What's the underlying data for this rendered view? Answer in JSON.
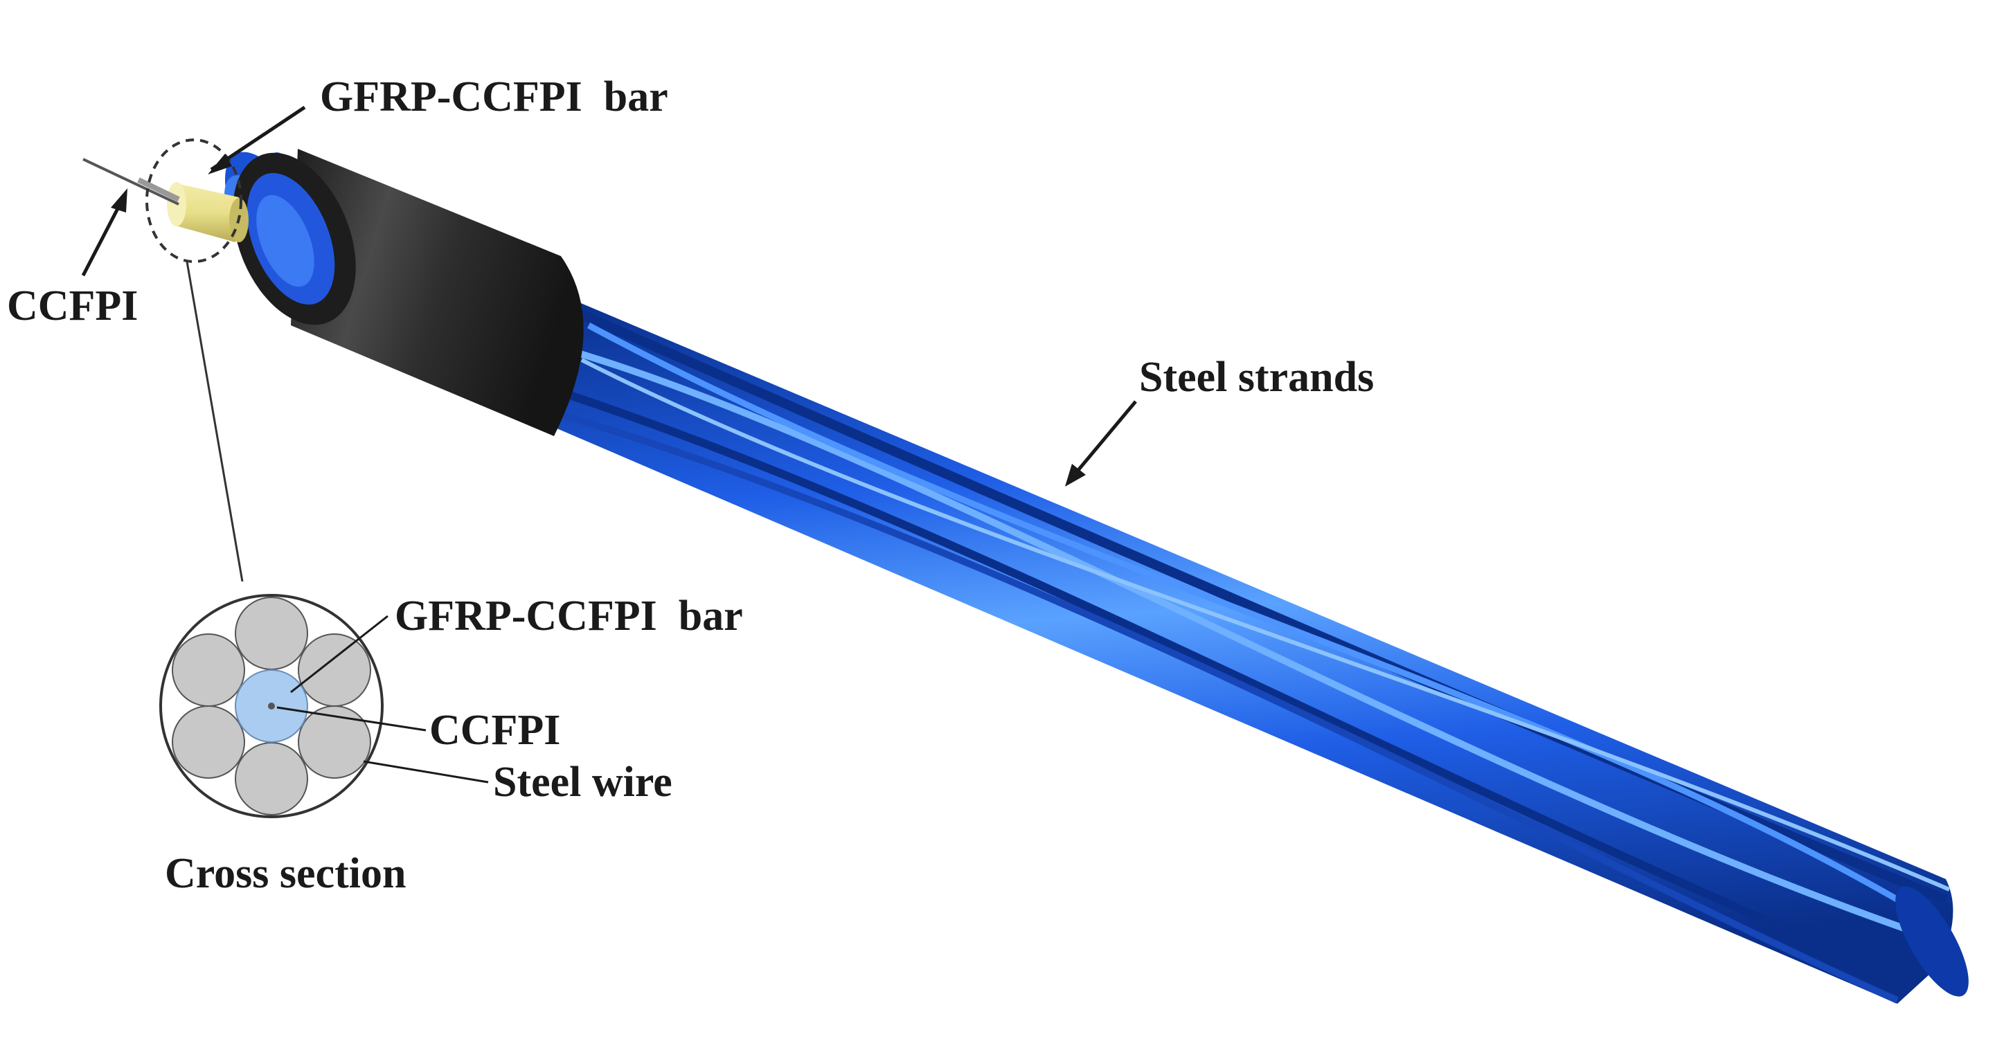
{
  "labels": {
    "gfrp_top": "GFRP-CCFPI  bar",
    "ccfpi_left": "CCFPI",
    "steel_strands": "Steel strands",
    "gfrp_cross": "GFRP-CCFPI  bar",
    "ccfpi_cross": "CCFPI",
    "steel_wire": "Steel wire",
    "cross_section": "Cross section"
  },
  "colors": {
    "strand_blue": "#1f5ee6",
    "strand_highlight": "#5aa2ff",
    "strand_dark": "#0a2f8a",
    "anchor_dark": "#2b2b2b",
    "gfrp_yellow": "#e8df8a",
    "wire_gray": "#c8c8c8",
    "ccfpi_blue": "#a9ccf0"
  }
}
